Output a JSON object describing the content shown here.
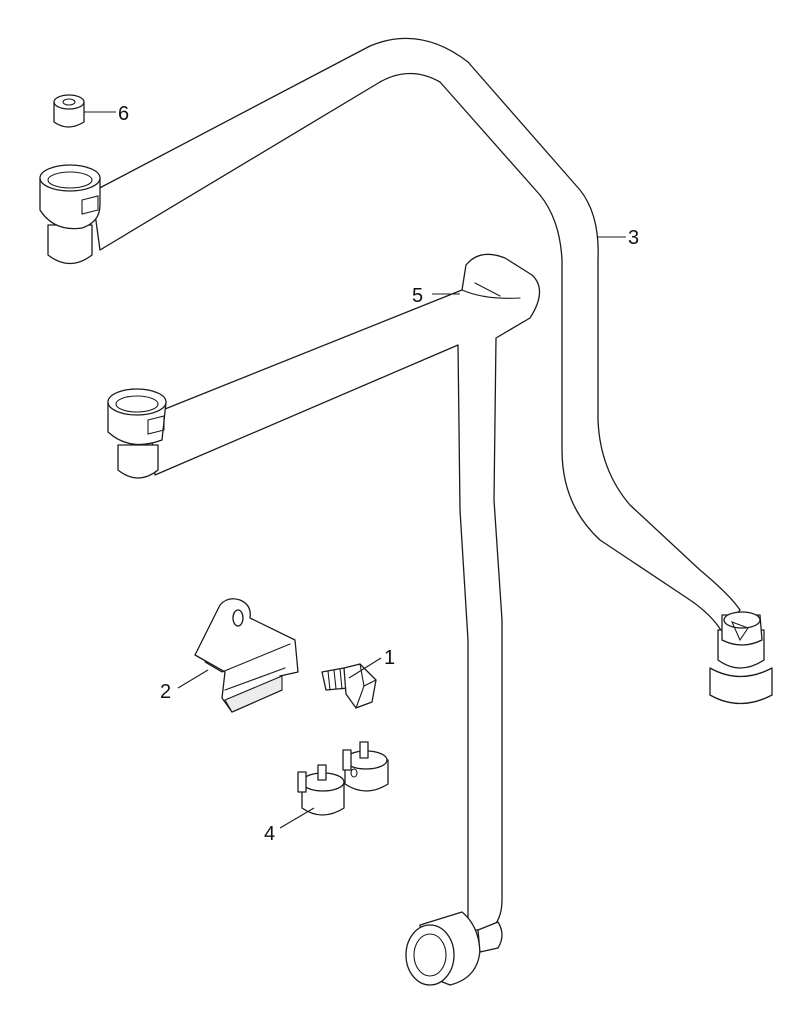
{
  "callouts": {
    "c1": "1",
    "c2": "2",
    "c3": "3",
    "c4": "4",
    "c5": "5",
    "c6": "6"
  },
  "colors": {
    "line": "#1a1a1a",
    "background": "#ffffff"
  }
}
